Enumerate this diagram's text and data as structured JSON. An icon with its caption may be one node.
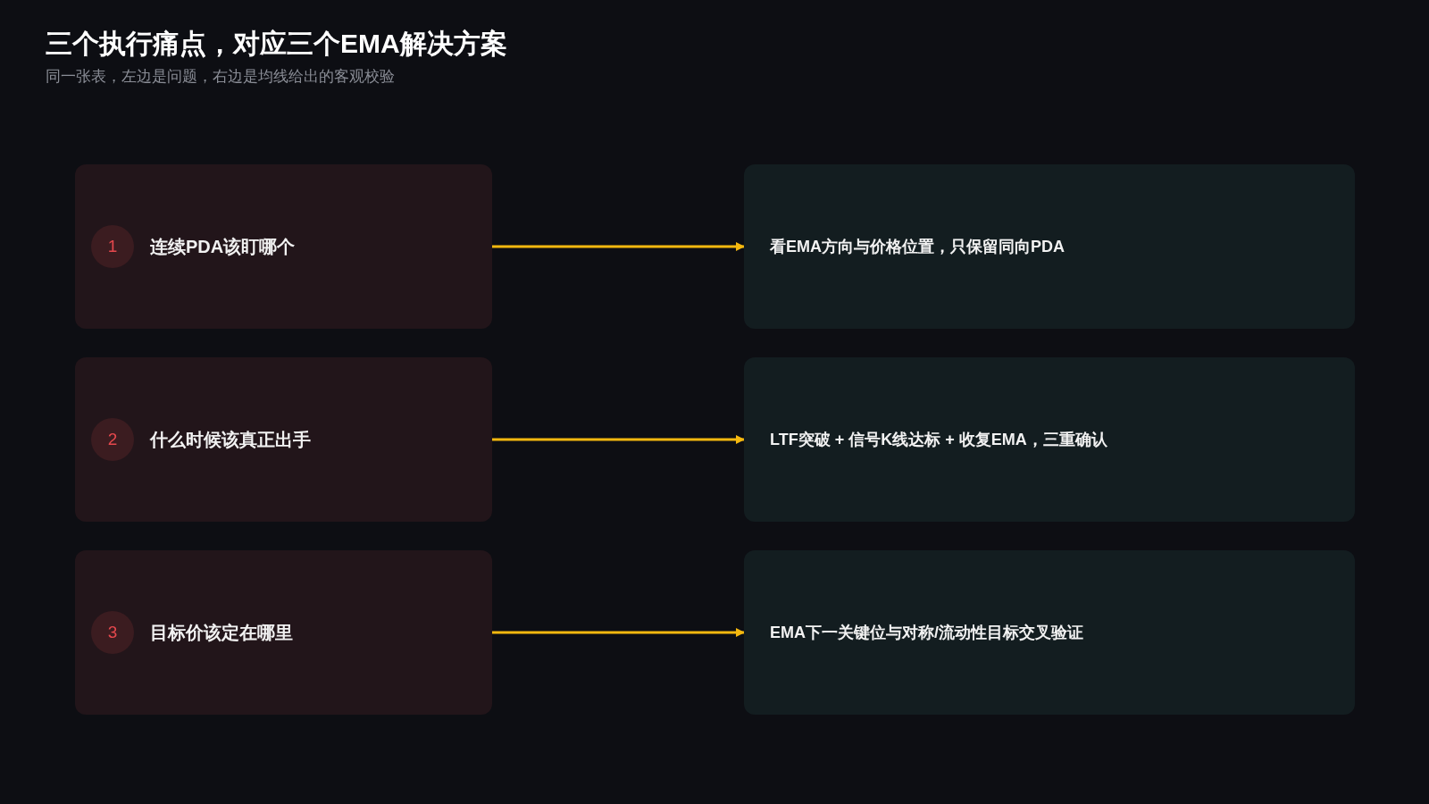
{
  "diagram": {
    "title": "三个执行痛点，对应三个EMA解决方案",
    "nodes": [
      {
        "text": [
          "连续PDA该盯哪个"
        ]
      },
      {
        "text": [
          "1"
        ],
        "in": 0
      },
      {
        "text": [
          "看EMA方向与价格位置，只保留同向PDA"
        ]
      },
      {
        "text": [
          "什么时候该真正出手"
        ]
      },
      {
        "text": [
          "2"
        ],
        "in": 3
      },
      {
        "text": [
          "LTF突破 + 信号K线达标 + 收复EMA，三重确认"
        ]
      },
      {
        "text": [
          "目标价该定在哪里"
        ]
      },
      {
        "text": [
          "3"
        ],
        "in": 6
      },
      {
        "text": [
          "EMA下一关键位与对称/流动性目标交叉验证"
        ]
      }
    ],
    "edges": [
      {
        "from": 0,
        "to": 2,
        "arrow": "to"
      },
      {
        "from": 3,
        "to": 5,
        "arrow": "to"
      },
      {
        "from": 6,
        "to": 8,
        "arrow": "to"
      }
    ],
    "labels": [
      "同一张表，左边是问题，右边是均线给出的客观校验"
    ]
  }
}
